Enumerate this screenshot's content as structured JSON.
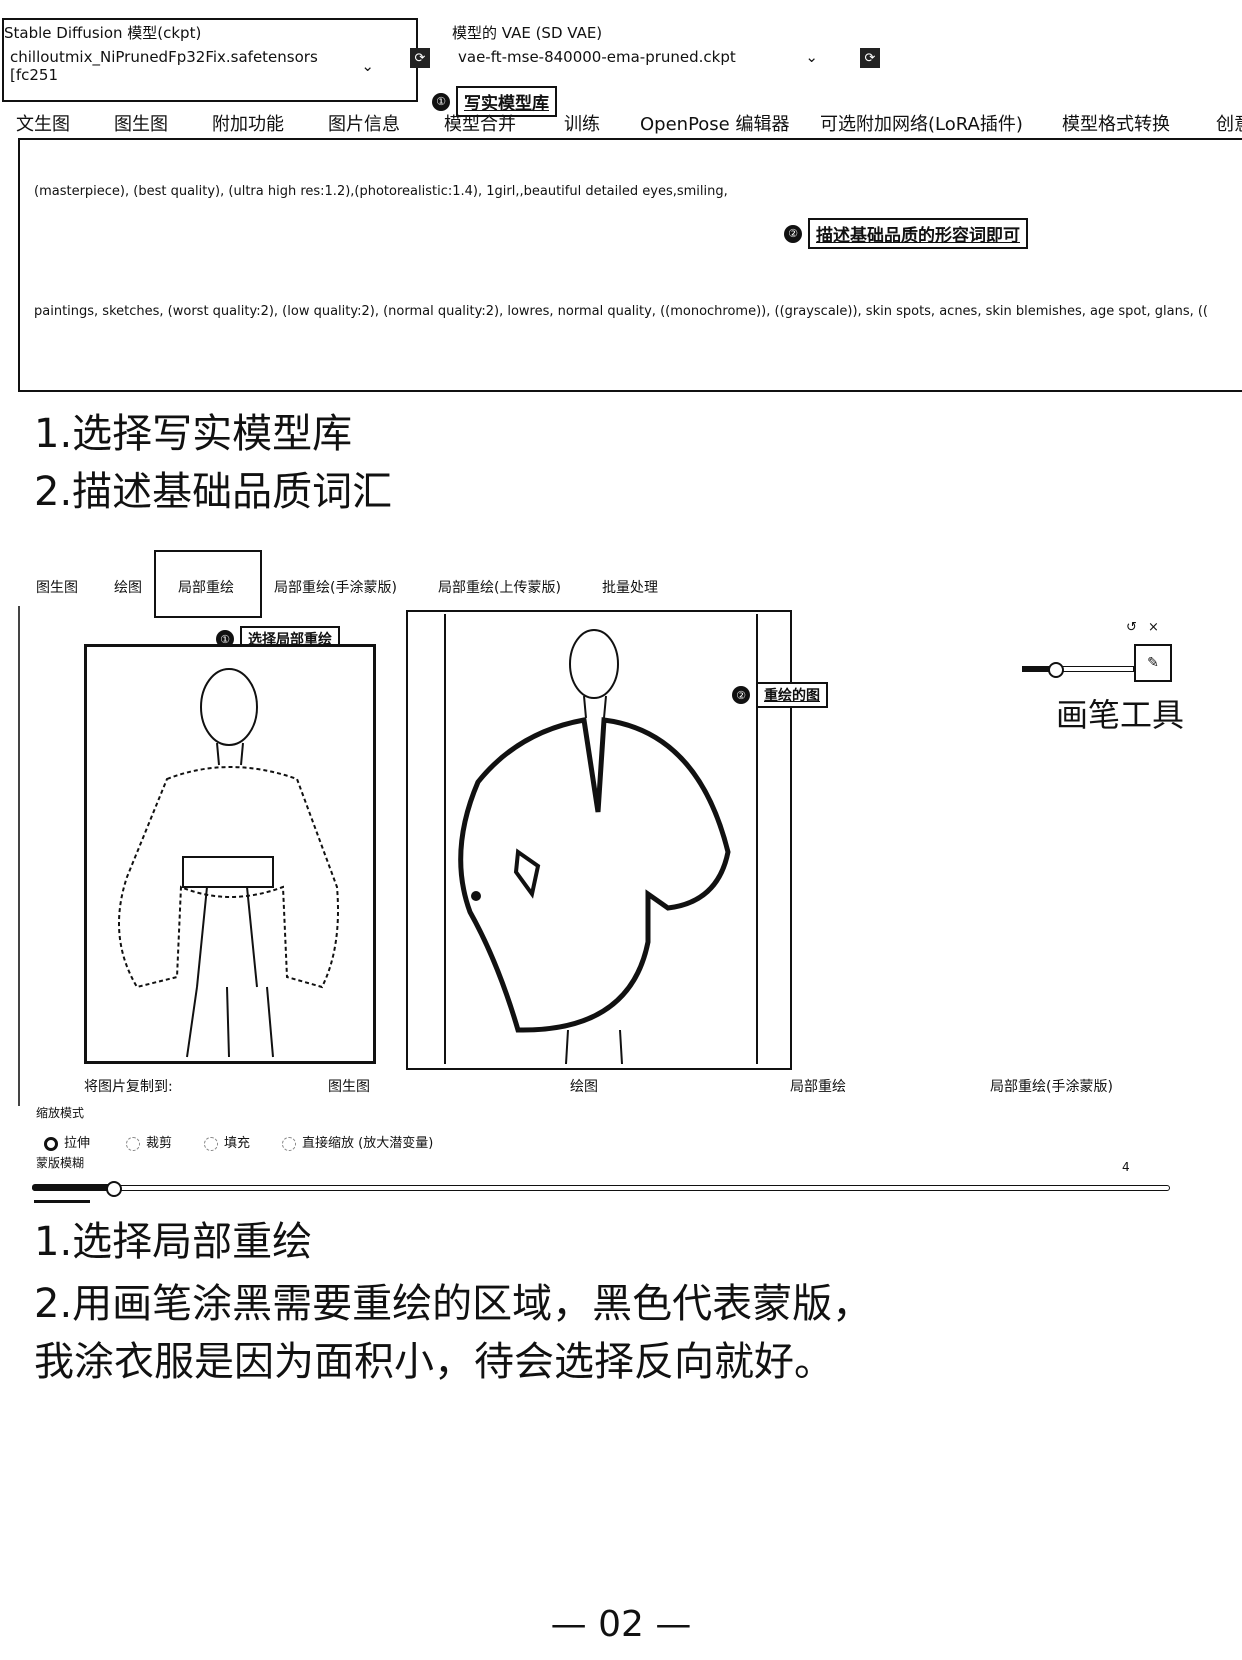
{
  "model": {
    "label": "Stable Diffusion 模型(ckpt)",
    "value": "chilloutmix_NiPrunedFp32Fix.safetensors [fc251",
    "refresh_icon": "refresh-icon"
  },
  "vae": {
    "label": "模型的 VAE (SD VAE)",
    "value": "vae-ft-mse-840000-ema-pruned.ckpt",
    "refresh_icon": "refresh-icon"
  },
  "callouts": {
    "c1": {
      "num": "①",
      "label": "写实模型库"
    },
    "c2": {
      "num": "②",
      "label": "描述基础品质的形容词即可"
    },
    "c3": {
      "num": "①",
      "label": "选择局部重绘"
    },
    "c4": {
      "num": "②",
      "label": "重绘的图"
    }
  },
  "main_tabs": [
    "文生图",
    "图生图",
    "附加功能",
    "图片信息",
    "模型合并",
    "训练",
    "OpenPose 编辑器",
    "可选附加网络(LoRA插件)",
    "模型格式转换",
    "创意"
  ],
  "prompts": {
    "positive": "(masterpiece), (best quality), (ultra high res:1.2),(photorealistic:1.4), 1girl,,beautiful detailed eyes,smiling,",
    "negative": "paintings, sketches, (worst quality:2), (low quality:2), (normal quality:2), lowres, normal quality, ((monochrome)), ((grayscale)), skin spots, acnes, skin blemishes, age spot, glans, (("
  },
  "instructions1": {
    "line1": "1.选择写实模型库",
    "line2": "2.描述基础品质词汇"
  },
  "sub_tabs": [
    "图生图",
    "绘图",
    "局部重绘",
    "局部重绘(手涂蒙版)",
    "局部重绘(上传蒙版)",
    "批量处理"
  ],
  "brush_tool": {
    "label": "画笔工具",
    "undo_icon": "↺",
    "close_icon": "×"
  },
  "copy_to": {
    "label": "将图片复制到:",
    "targets": [
      "图生图",
      "绘图",
      "局部重绘",
      "局部重绘(手涂蒙版)"
    ]
  },
  "resize_mode": {
    "label": "缩放模式",
    "options": [
      "拉伸",
      "裁剪",
      "填充",
      "直接缩放 (放大潜变量)"
    ],
    "selected": "拉伸"
  },
  "mask_blur": {
    "label": "蒙版模糊",
    "value": "4",
    "fraction": 0.07
  },
  "instructions2": {
    "line1": "1.选择局部重绘",
    "line2": "2.用画笔涂黑需要重绘的区域，黑色代表蒙版，",
    "line3": "我涂衣服是因为面积小，待会选择反向就好。"
  },
  "page_number": "— 02 —"
}
